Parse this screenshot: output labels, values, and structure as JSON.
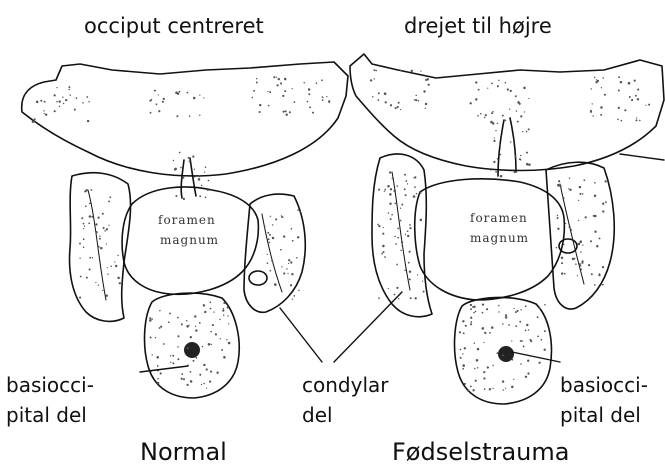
{
  "labels": {
    "top_left": "occiput centreret",
    "top_right": "drejet til højre",
    "foramen_left_line1": "foramen",
    "foramen_left_line2": "magnum",
    "foramen_right_line1": "foramen",
    "foramen_right_line2": "magnum",
    "basiocci_left_line1": "basiocci-",
    "basiocci_left_line2": "pital del",
    "condylar_line1": "condylar",
    "condylar_line2": "del",
    "basiocci_right_line1": "basiocci-",
    "basiocci_right_line2": "pital del",
    "caption_left": "Normal",
    "caption_right": "Fødselstrauma"
  },
  "colors": {
    "ink": "#111111",
    "stipple": "#555555",
    "background": "#ffffff"
  }
}
